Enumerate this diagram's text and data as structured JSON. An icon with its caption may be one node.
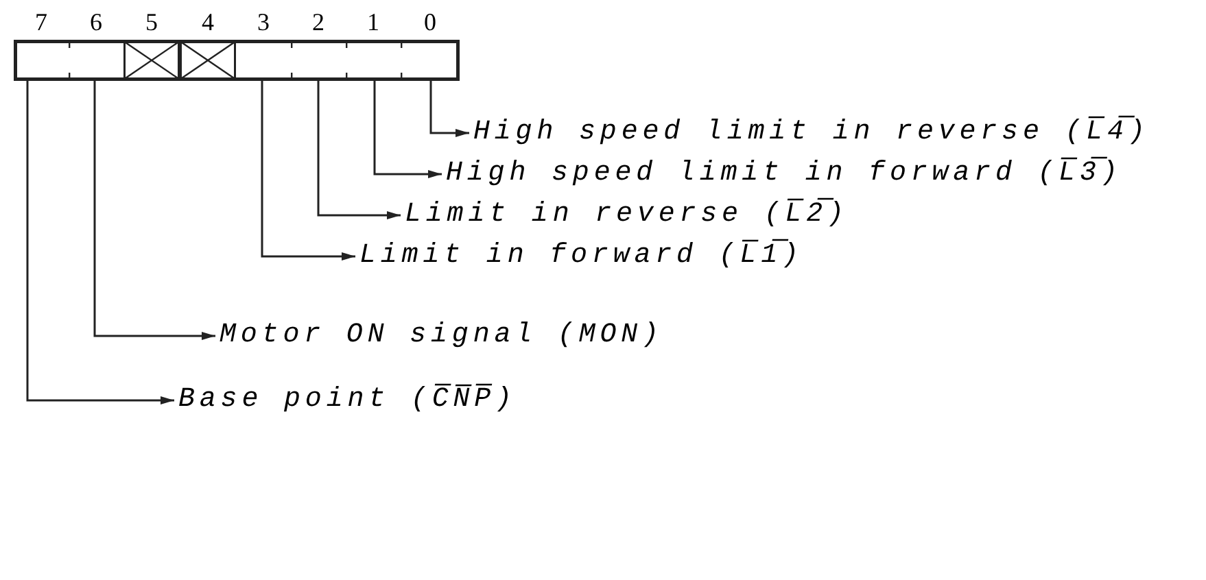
{
  "diagram": {
    "nodes": [
      {
        "text": [
          "7"
        ]
      },
      {
        "text": [
          "6"
        ]
      },
      {
        "text": [
          "5"
        ]
      },
      {
        "text": [
          "4"
        ]
      },
      {
        "text": [
          "3"
        ]
      },
      {
        "text": [
          "2"
        ]
      },
      {
        "text": [
          "1"
        ]
      },
      {
        "text": [
          "0"
        ]
      },
      {
        "text": [
          "High speed limit in reverse (L̅4̅)"
        ]
      },
      {
        "text": [
          "High speed limit in forward (L̅3̅)"
        ]
      },
      {
        "text": [
          "Limit in reverse (L̅2̅)"
        ]
      },
      {
        "text": [
          "Limit in forward (L̅1̅)"
        ]
      },
      {
        "text": [
          "Motor ON signal (MON)"
        ]
      },
      {
        "text": [
          "Base point (C̅N̅P̅)"
        ]
      }
    ],
    "edges": [
      {
        "from": 7,
        "to": 8,
        "arrow": "to"
      },
      {
        "from": 6,
        "to": 9,
        "arrow": "to"
      },
      {
        "from": 5,
        "to": 10,
        "arrow": "to"
      },
      {
        "from": 4,
        "to": 11,
        "arrow": "to"
      },
      {
        "from": 1,
        "to": 12,
        "arrow": "to"
      },
      {
        "from": 0,
        "to": 13,
        "arrow": "to"
      }
    ]
  }
}
